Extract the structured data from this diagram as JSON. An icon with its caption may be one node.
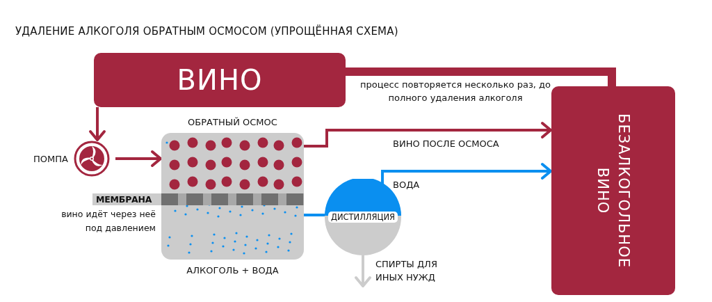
{
  "diagram": {
    "title": "УДАЛЕНИЕ АЛКОГОЛЯ ОБРАТНЫМ ОСМОСОМ (УПРОЩЁННАЯ СХЕМА)",
    "nodes": [
      {
        "text": [
          "ВИНО"
        ]
      },
      {
        "text": [
          "ПОМПА"
        ]
      },
      {
        "text": [
          "ОБРАТНЫЙ ОСМОС",
          "АЛКОГОЛЬ + ВОДА"
        ]
      },
      {
        "text": [
          "МЕМБРАНА"
        ],
        "beside": [
          "вино идёт через неё под давлением"
        ]
      },
      {
        "text": [
          "ДИСТИЛЛЯЦИЯ"
        ]
      },
      {
        "text": [
          "БЕЗАЛКОГОЛЬНОЕ ВИНО"
        ]
      }
    ],
    "edges": [
      {
        "from": 0,
        "to": 1,
        "arrow": "to"
      },
      {
        "from": 1,
        "to": 2,
        "arrow": "to"
      },
      {
        "from": 2,
        "to": 5,
        "arrow": "to",
        "label": "ВИНО ПОСЛЕ ОСМОСА"
      },
      {
        "from": 2,
        "to": 4,
        "arrow": "none",
        "color": "#0a8ff0"
      },
      {
        "from": 4,
        "to": 5,
        "arrow": "to",
        "label": "ВОДА",
        "color": "#0a8ff0"
      },
      {
        "from": 4,
        "to": null,
        "arrow": "to",
        "label": "СПИРТЫ ДЛЯ ИНЫХ НУЖД",
        "color": "#cccccc"
      },
      {
        "from": 5,
        "to": 0,
        "arrow": "none",
        "style": "thick",
        "label": "процесс повторяется несколько раз, до полного удаления алкоголя"
      }
    ]
  }
}
